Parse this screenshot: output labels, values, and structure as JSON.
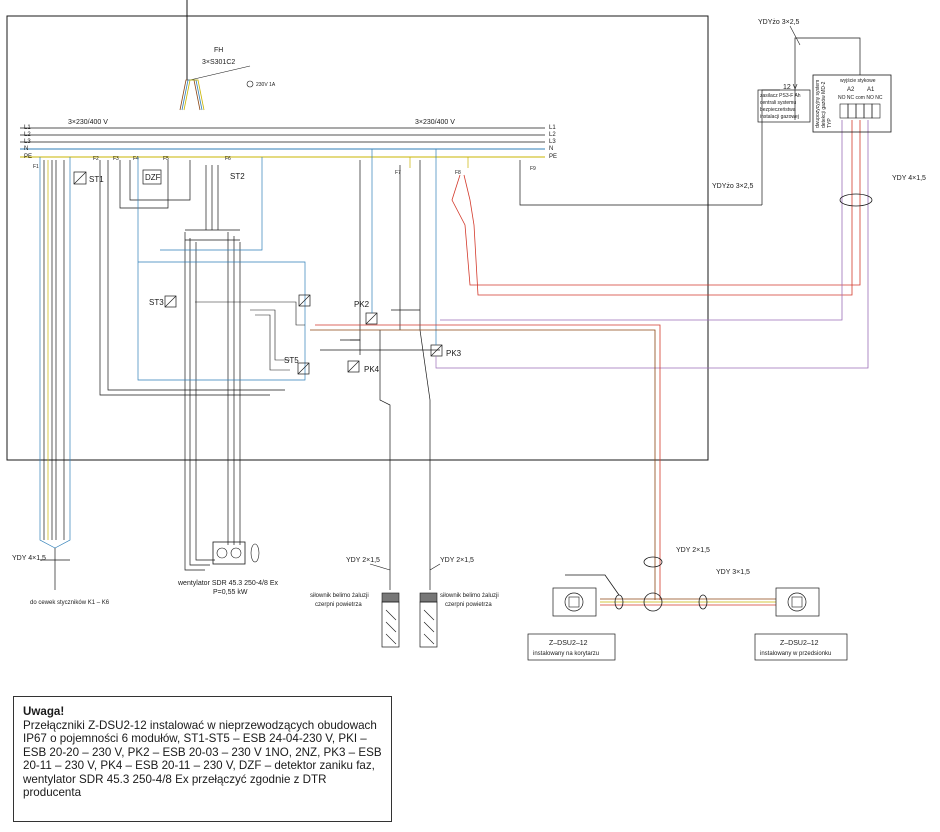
{
  "supply": {
    "fh": "FH",
    "fh_rating": "3×S301C2",
    "fh_small": "230V 1A",
    "bus_left_label": "3×230/400 V",
    "bus_right_label": "3×230/400 V",
    "phase_labels": [
      "L1",
      "L2",
      "L3",
      "N",
      "PE"
    ]
  },
  "devices": {
    "st1": "ST1",
    "st2": "ST2",
    "st3": "ST3",
    "st5": "ST5",
    "dzf": "DZF",
    "pk2": "PK2",
    "pk3": "PK3",
    "pk4": "PK4",
    "small_tags": [
      "F1",
      "F2",
      "F3",
      "F4",
      "F5",
      "F6",
      "F7",
      "F8",
      "F9"
    ]
  },
  "cables": {
    "ydyzo_top": "YDYżo 3×2,5",
    "ydyzo_mid": "YDYżo 3×2,5",
    "ydy_4x15_right": "YDY 4×1,5",
    "ydy_4x15_left": "YDY 4×1,5",
    "ydy_2x15_a": "YDY 2×1,5",
    "ydy_2x15_b": "YDY 2×1,5",
    "ydy_2x15_c": "YDY 2×1,5",
    "ydy_3x15": "YDY 3×1,5"
  },
  "panel": {
    "psu_voltage": "12 V",
    "psu_lines": [
      "zasilacz PS3-F Ah",
      "centrali systemu",
      "bezpieczeństwa",
      "instalacji gazowej"
    ],
    "module_title": "wyjście stykowe",
    "module_side": [
      "dwupozycyjny system",
      "detekcji gazów MD-2",
      "TYP"
    ],
    "terminal_a2": "A2",
    "terminal_a1": "A1",
    "terminal_sub": "NO NC  com  NO NC"
  },
  "motor": {
    "label_1": "wentylator SDR 45.3 250-4/8 Ex",
    "label_2": "P=0,55 kW",
    "coils": "do cewek styczników K1 – K6"
  },
  "actuators": {
    "left_1": "siłownik belimo żaluzji",
    "left_2": "czerpni powietrza",
    "right_1": "siłownik belimo żaluzji",
    "right_2": "czerpni powietrza"
  },
  "switches": {
    "left_model": "Z–DSU2–12",
    "left_place": "instalowany na korytarzu",
    "right_model": "Z–DSU2–12",
    "right_place": "instalowany w przedsionku"
  },
  "note": {
    "title": "Uwaga!",
    "body": "Przełączniki Z-DSU2-12 instalować w nieprzewodzących obudowach IP67 o pojemności 6 modułów, ST1-ST5 – ESB 24-04-230 V, PKI – ESB 20-20 – 230 V, PK2 – ESB 20-03 – 230 V 1NO, 2NZ, PK3 – ESB 20-11 – 230 V, PK4 – ESB 20-11 – 230 V, DZF – detektor zaniku faz, wentylator SDR 45.3 250-4/8 Ex przełączyć zgodnie z DTR producenta"
  },
  "colors": {
    "line": "#1a1a1a",
    "phase_brown": "#8b4513",
    "neutral_blue": "#2f7fb8",
    "pe_yellow": "#c8b400",
    "red": "#d33a2c",
    "purple": "#9b6fb8",
    "grey_cable": "#888888"
  }
}
